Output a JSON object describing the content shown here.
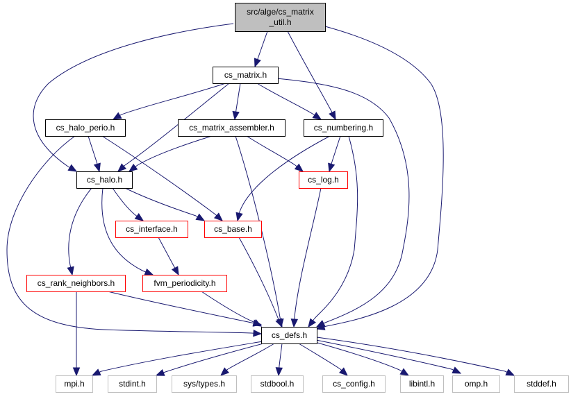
{
  "colors": {
    "edge": "#191970",
    "focus_fill": "#bfbfbf",
    "focus_border": "#000000",
    "normal_border": "#000000",
    "incomplete_border": "#ff0000",
    "external_border": "#bfbfbf",
    "external_text": "#000000"
  },
  "nodes": [
    {
      "id": "n0",
      "lines": [
        "src/alge/cs_matrix",
        "_util.h"
      ],
      "kind": "focus"
    },
    {
      "id": "n1",
      "lines": [
        "cs_matrix.h"
      ],
      "kind": "normal"
    },
    {
      "id": "n2",
      "lines": [
        "cs_halo_perio.h"
      ],
      "kind": "normal"
    },
    {
      "id": "n3",
      "lines": [
        "cs_matrix_assembler.h"
      ],
      "kind": "normal"
    },
    {
      "id": "n4",
      "lines": [
        "cs_numbering.h"
      ],
      "kind": "normal"
    },
    {
      "id": "n5",
      "lines": [
        "cs_halo.h"
      ],
      "kind": "normal"
    },
    {
      "id": "n6",
      "lines": [
        "cs_log.h"
      ],
      "kind": "incomplete"
    },
    {
      "id": "n7",
      "lines": [
        "cs_interface.h"
      ],
      "kind": "incomplete"
    },
    {
      "id": "n8",
      "lines": [
        "cs_base.h"
      ],
      "kind": "incomplete"
    },
    {
      "id": "n9",
      "lines": [
        "cs_rank_neighbors.h"
      ],
      "kind": "incomplete"
    },
    {
      "id": "n10",
      "lines": [
        "fvm_periodicity.h"
      ],
      "kind": "incomplete"
    },
    {
      "id": "n11",
      "lines": [
        "cs_defs.h"
      ],
      "kind": "normal"
    },
    {
      "id": "n12",
      "lines": [
        "mpi.h"
      ],
      "kind": "external"
    },
    {
      "id": "n13",
      "lines": [
        "stdint.h"
      ],
      "kind": "external"
    },
    {
      "id": "n14",
      "lines": [
        "sys/types.h"
      ],
      "kind": "external"
    },
    {
      "id": "n15",
      "lines": [
        "stdbool.h"
      ],
      "kind": "external"
    },
    {
      "id": "n16",
      "lines": [
        "cs_config.h"
      ],
      "kind": "external"
    },
    {
      "id": "n17",
      "lines": [
        "libintl.h"
      ],
      "kind": "external"
    },
    {
      "id": "n18",
      "lines": [
        "omp.h"
      ],
      "kind": "external"
    },
    {
      "id": "n19",
      "lines": [
        "stddef.h"
      ],
      "kind": "external"
    }
  ],
  "edges": [
    {
      "from": "n0",
      "to": "n1"
    },
    {
      "from": "n0",
      "to": "n5"
    },
    {
      "from": "n0",
      "to": "n4"
    },
    {
      "from": "n0",
      "to": "n11"
    },
    {
      "from": "n1",
      "to": "n2"
    },
    {
      "from": "n1",
      "to": "n3"
    },
    {
      "from": "n1",
      "to": "n4"
    },
    {
      "from": "n1",
      "to": "n5"
    },
    {
      "from": "n1",
      "to": "n11"
    },
    {
      "from": "n2",
      "to": "n5"
    },
    {
      "from": "n2",
      "to": "n8"
    },
    {
      "from": "n2",
      "to": "n11"
    },
    {
      "from": "n3",
      "to": "n5"
    },
    {
      "from": "n3",
      "to": "n6"
    },
    {
      "from": "n3",
      "to": "n11"
    },
    {
      "from": "n4",
      "to": "n6"
    },
    {
      "from": "n4",
      "to": "n8"
    },
    {
      "from": "n4",
      "to": "n11"
    },
    {
      "from": "n5",
      "to": "n7"
    },
    {
      "from": "n5",
      "to": "n8"
    },
    {
      "from": "n5",
      "to": "n9"
    },
    {
      "from": "n5",
      "to": "n10"
    },
    {
      "from": "n6",
      "to": "n11"
    },
    {
      "from": "n7",
      "to": "n10"
    },
    {
      "from": "n8",
      "to": "n11"
    },
    {
      "from": "n9",
      "to": "n11"
    },
    {
      "from": "n9",
      "to": "n12"
    },
    {
      "from": "n10",
      "to": "n11"
    },
    {
      "from": "n11",
      "to": "n12"
    },
    {
      "from": "n11",
      "to": "n13"
    },
    {
      "from": "n11",
      "to": "n14"
    },
    {
      "from": "n11",
      "to": "n15"
    },
    {
      "from": "n11",
      "to": "n16"
    },
    {
      "from": "n11",
      "to": "n17"
    },
    {
      "from": "n11",
      "to": "n18"
    },
    {
      "from": "n11",
      "to": "n19"
    }
  ]
}
